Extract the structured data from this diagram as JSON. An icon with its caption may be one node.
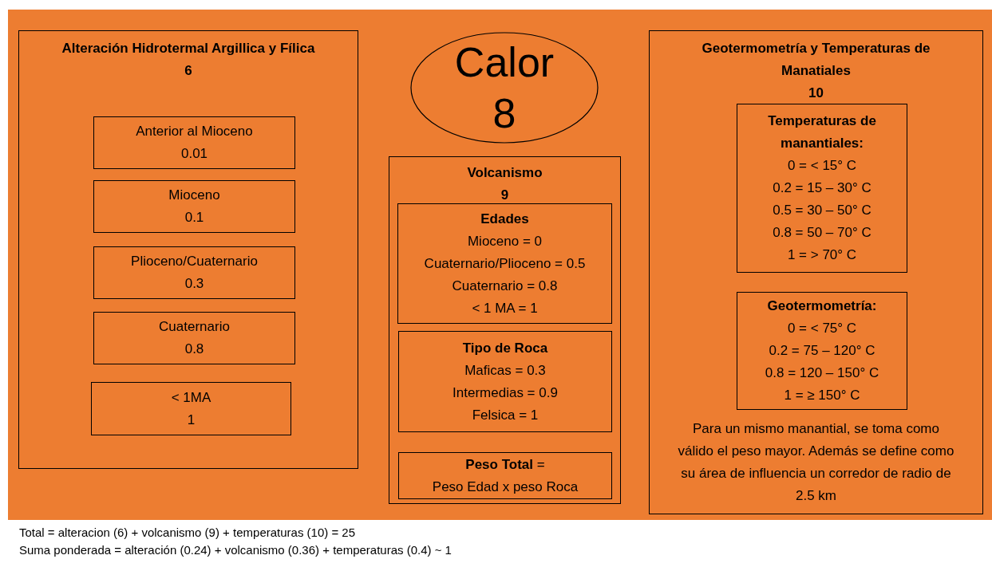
{
  "diagram": {
    "nodes": [
      {
        "text": [
          "Alteración Hidrotermal Argillica y Fílica",
          "6"
        ]
      },
      {
        "text": [
          "Anterior al Mioceno",
          "0.01"
        ],
        "in": 0
      },
      {
        "text": [
          "Mioceno",
          "0.1"
        ],
        "in": 0
      },
      {
        "text": [
          "Plioceno/Cuaternario",
          "0.3"
        ],
        "in": 0
      },
      {
        "text": [
          "Cuaternario",
          "0.8"
        ],
        "in": 0
      },
      {
        "text": [
          "< 1MA",
          "1"
        ],
        "in": 0
      },
      {
        "text": [
          "Calor",
          "8"
        ]
      },
      {
        "text": [
          "Volcanismo",
          "9"
        ]
      },
      {
        "text": [
          "Edades",
          "Mioceno = 0",
          "Cuaternario/Plioceno = 0.5",
          "Cuaternario = 0.8",
          "< 1 MA = 1"
        ],
        "in": 7
      },
      {
        "text": [
          "Tipo de Roca",
          "Maficas = 0.3",
          "Intermedias = 0.9",
          "Felsica = 1"
        ],
        "in": 7
      },
      {
        "text": [
          "**Peso Total** =",
          "Peso Edad x peso Roca"
        ],
        "in": 7
      },
      {
        "text": [
          "Geotermometría y Temperaturas de Manatiales",
          "10",
          "Para un mismo manantial, se toma como válido el peso mayor. Además se define como su área de influencia un corredor de radio de 2.5 km"
        ]
      },
      {
        "text": [
          "Temperaturas de manantiales:",
          "0 = < 15° C",
          "0.2 = 15 – 30° C",
          "0.5 = 30 – 50° C",
          "0.8 = 50 – 70° C",
          "1 = > 70° C"
        ],
        "in": 11
      },
      {
        "text": [
          "Geotermometría:",
          "0 = < 75° C",
          "0.2 = 75 – 120° C",
          "0.8 = 120 – 150° C",
          "1 = ≥ 150° C"
        ],
        "in": 11
      },
      {
        "text": [
          "Total = alteracion (6) + volcanismo (9) + temperaturas (10) = 25",
          "Suma ponderada = alteración (0.24) + volcanismo (0.36) + temperaturas (0.4) ~ 1"
        ]
      }
    ]
  }
}
